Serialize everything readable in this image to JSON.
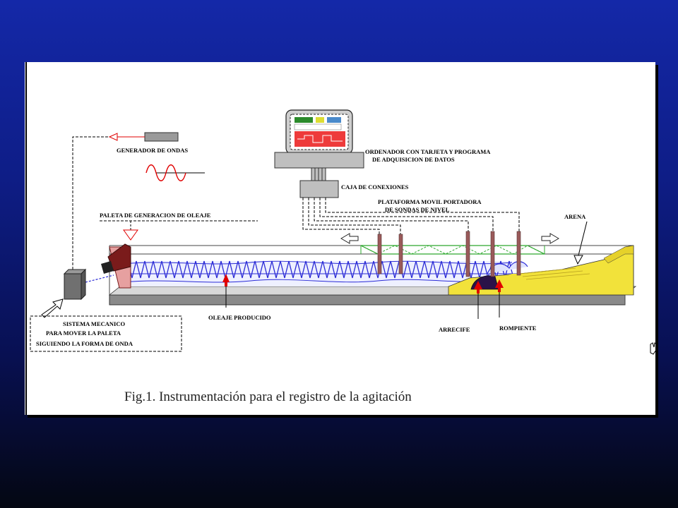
{
  "labels": {
    "wave_generator": "GENERADOR DE ONDAS",
    "paddle": "PALETA DE GENERACION DE OLEAJE",
    "mech_line1": "SISTEMA MECANICO",
    "mech_line2": "PARA MOVER LA PALETA",
    "mech_line3": "SIGUIENDO LA FORMA DE ONDA",
    "computer_line1": "ORDENADOR CON TARJETA Y PROGRAMA",
    "computer_line2": "DE ADQUISICION DE DATOS",
    "junction_box": "CAJA DE CONEXIONES",
    "platform_line1": "PLATAFORMA MOVIL PORTADORA",
    "platform_line2": "DE SONDAS DE NIVEL",
    "sand": "ARENA",
    "waves_produced": "OLEAJE PRODUCIDO",
    "reef": "ARRECIFE",
    "breaker": "ROMPIENTE"
  },
  "caption": "Fig.1.  Instrumentación para el registro de la agitación",
  "colors": {
    "wave_blue": "#2b2bd6",
    "platform_green": "#2ea82e",
    "sand_yellow": "#f2e23a",
    "reef_dark": "#2a1248",
    "arrow_red": "#e00000",
    "probe_brown": "#9a5a5a",
    "screen_red": "#ee3b3b",
    "paddle_dark": "#7a1b1b",
    "paddle_light": "#e6a0a0"
  },
  "icons": [
    "arrow-left-icon",
    "arrow-right-icon",
    "sine-wave-icon",
    "cursor-hand-icon"
  ]
}
